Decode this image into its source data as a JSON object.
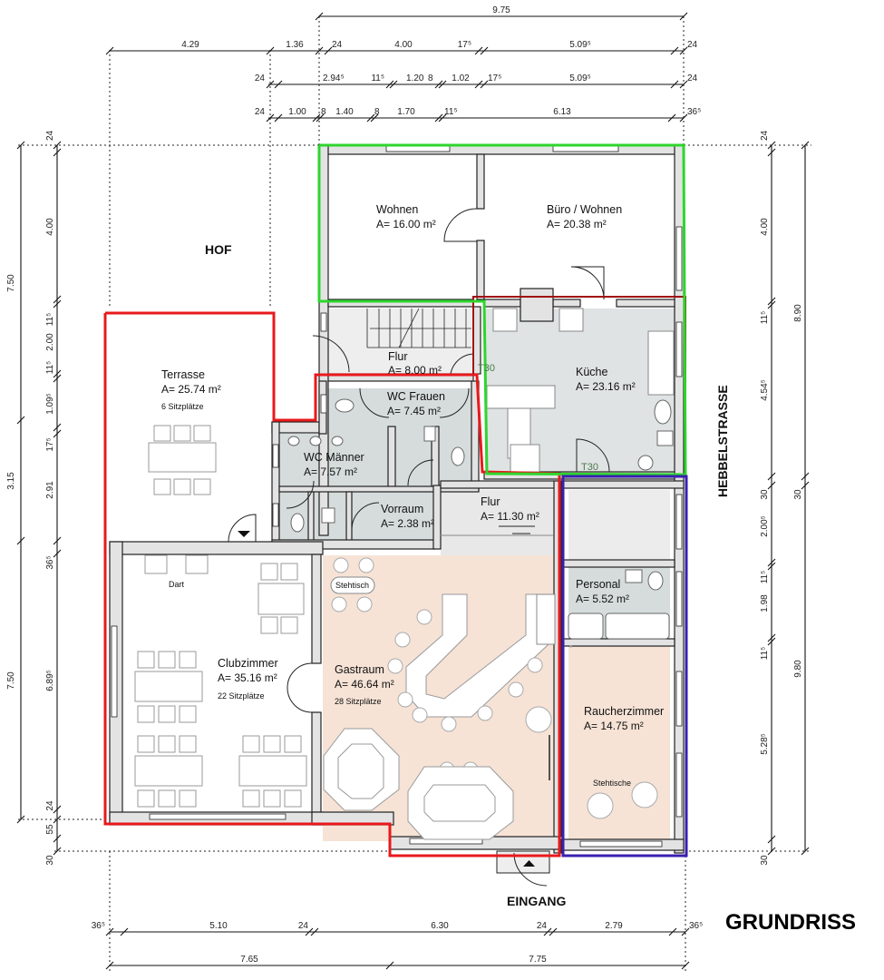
{
  "title": "GRUNDRISS",
  "labels": {
    "courtyard": "HOF",
    "street": "HEBBELSTRASSE",
    "entrance": "EINGANG",
    "fire_door_1": "T30",
    "fire_door_2": "T30"
  },
  "colors": {
    "zone_red": "#e8191c",
    "zone_green": "#2ed52e",
    "zone_blue": "#3a1fb0",
    "zone_darkred": "#a01010",
    "wet_floor": "#d6dcdc",
    "guest_floor": "#f6e3d6",
    "wall": "#e3e3e3"
  },
  "rooms": {
    "wohnen": {
      "name": "Wohnen",
      "area": "A= 16.00 m²"
    },
    "buero": {
      "name": "Büro / Wohnen",
      "area": "A= 20.38 m²"
    },
    "flur_top": {
      "name": "Flur",
      "area": "A= 8.00 m²"
    },
    "kueche": {
      "name": "Küche",
      "area": "A= 23.16 m²"
    },
    "terrasse": {
      "name": "Terrasse",
      "area": "A= 25.74 m²",
      "note": "6 Sitzplätze"
    },
    "wc_frauen": {
      "name": "WC Frauen",
      "area": "A= 7.45 m²"
    },
    "wc_maenner": {
      "name": "WC Männer",
      "area": "A= 7.57 m²"
    },
    "vorraum": {
      "name": "Vorraum",
      "area": "A= 2.38 m²"
    },
    "flur_mid": {
      "name": "Flur",
      "area": "A= 11.30 m²"
    },
    "clubzimmer": {
      "name": "Clubzimmer",
      "area": "A= 35.16 m²",
      "note": "22 Sitzplätze",
      "extra": "Dart"
    },
    "gastraum": {
      "name": "Gastraum",
      "area": "A= 46.64 m²",
      "note": "28 Sitzplätze",
      "extra": "Stehtisch"
    },
    "personal": {
      "name": "Personal",
      "area": "A= 5.52 m²"
    },
    "raucherzimmer": {
      "name": "Raucherzimmer",
      "area": "A= 14.75 m²",
      "note": "Stehtische"
    }
  },
  "dimensions": {
    "top": {
      "row0": [
        "9.75"
      ],
      "row1": [
        "4.29",
        "1.36",
        "24",
        "4.00",
        "17⁵",
        "5.09⁵",
        "24"
      ],
      "row2": [
        "24",
        "2.94⁵",
        "11⁵",
        "1.20",
        "8",
        "1.02",
        "17⁵",
        "5.09⁵",
        "24"
      ],
      "row3": [
        "24",
        "1.00",
        "8",
        "1.40",
        "8",
        "1.70",
        "11⁵",
        "6.13",
        "36⁵"
      ]
    },
    "left": {
      "outer": [
        "7.50",
        "3.15",
        "7.50"
      ],
      "inner": [
        "24",
        "4.00",
        "11⁵",
        "2.00",
        "11⁵",
        "1.09⁵",
        "17⁵",
        "2.91",
        "36⁵",
        "6.89⁵",
        "24",
        "55",
        "30"
      ]
    },
    "right": {
      "inner": [
        "24",
        "4.00",
        "11⁵",
        "4.54⁵",
        "30",
        "2.00⁵",
        "11⁵",
        "1.98",
        "11⁵",
        "5.28⁵",
        "30"
      ],
      "outer": [
        "8.90",
        "30",
        "9.80"
      ]
    },
    "bottom": {
      "row1": [
        "36⁵",
        "5.10",
        "24",
        "6.30",
        "24",
        "2.79",
        "36⁵"
      ],
      "row2": [
        "7.65",
        "7.75"
      ]
    }
  }
}
